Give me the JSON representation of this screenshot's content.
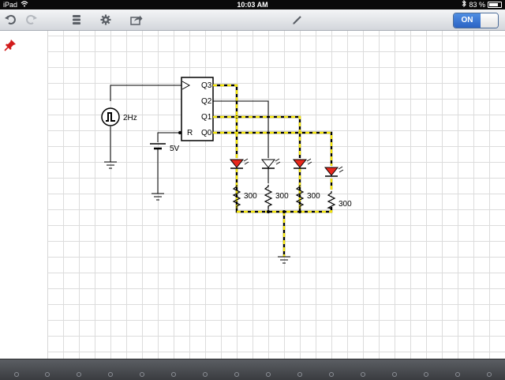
{
  "status": {
    "device": "iPad",
    "time": "10:03 AM",
    "battery": "83 %"
  },
  "toolbar": {
    "items": [
      {
        "icon": "undo-icon"
      },
      {
        "icon": "redo-icon"
      },
      {
        "icon": "database-icon"
      },
      {
        "icon": "gear-icon"
      },
      {
        "icon": "share-icon"
      },
      {
        "icon": "pencil-icon"
      }
    ],
    "toggle": "ON"
  },
  "circuit": {
    "clock_label": "2Hz",
    "supply_label": "5V",
    "counter_pins": [
      "Q3",
      "Q2",
      "Q1",
      "Q0"
    ],
    "reset_pin": "R",
    "resistors": [
      "300",
      "300",
      "300",
      "300"
    ]
  },
  "colors": {
    "wire": "#000000",
    "active_wire": "#f5e60a",
    "led_on": "#e8281c",
    "toggle": "#2b63c4"
  }
}
